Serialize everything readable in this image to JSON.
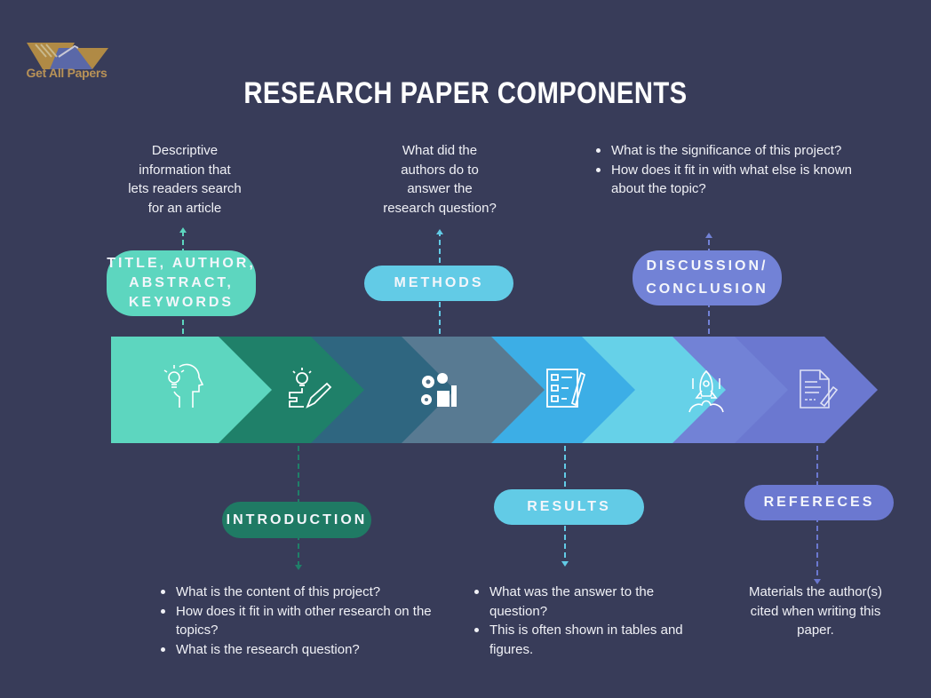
{
  "logo": {
    "text": "Get All Papers"
  },
  "title": "RESEARCH PAPER COMPONENTS",
  "colors": {
    "background": "#383c59",
    "chevrons": [
      "#5dd6bf",
      "#1f8069",
      "#2f6680",
      "#587a92",
      "#3caee6",
      "#66d1e8",
      "#7282d6",
      "#6b78d0"
    ]
  },
  "components": {
    "title_author": {
      "label_lines": [
        "TITLE, AUTHOR,",
        "ABSTRACT,",
        "KEYWORDS"
      ],
      "description_lines": [
        "Descriptive",
        "information that",
        "lets readers search",
        "for an article"
      ],
      "color": "#5dd6bf",
      "icon": "head-lightbulb-icon"
    },
    "introduction": {
      "label": "INTRODUCTION",
      "bullets": [
        "What is the content of this project?",
        "How does it fit in with other research on the topics?",
        "What is the research question?"
      ],
      "color": "#1f7a64",
      "icon": "idea-pencil-icon"
    },
    "methods": {
      "label": "METHODS",
      "description_lines": [
        "What did the",
        "authors do to",
        "answer the",
        "research question?"
      ],
      "color": "#62cbe6",
      "icon": "gears-tools-icon"
    },
    "results": {
      "label": "RESULTS",
      "bullets": [
        "What was the answer to the question?",
        "This is often shown in tables and figures."
      ],
      "color": "#62cbe6",
      "icon": "checklist-icon"
    },
    "discussion": {
      "label_lines": [
        "DISCUSSION/",
        "CONCLUSION"
      ],
      "bullets": [
        "What is the significance of this project?",
        "How does it fit in with what else is known about the topic?"
      ],
      "color": "#7282d6",
      "icon": "rocket-icon"
    },
    "references": {
      "label": "REFERECES",
      "description_lines": [
        "Materials the author(s)",
        "cited when writing this",
        "paper."
      ],
      "color": "#6b78d0",
      "icon": "document-pen-icon"
    }
  }
}
